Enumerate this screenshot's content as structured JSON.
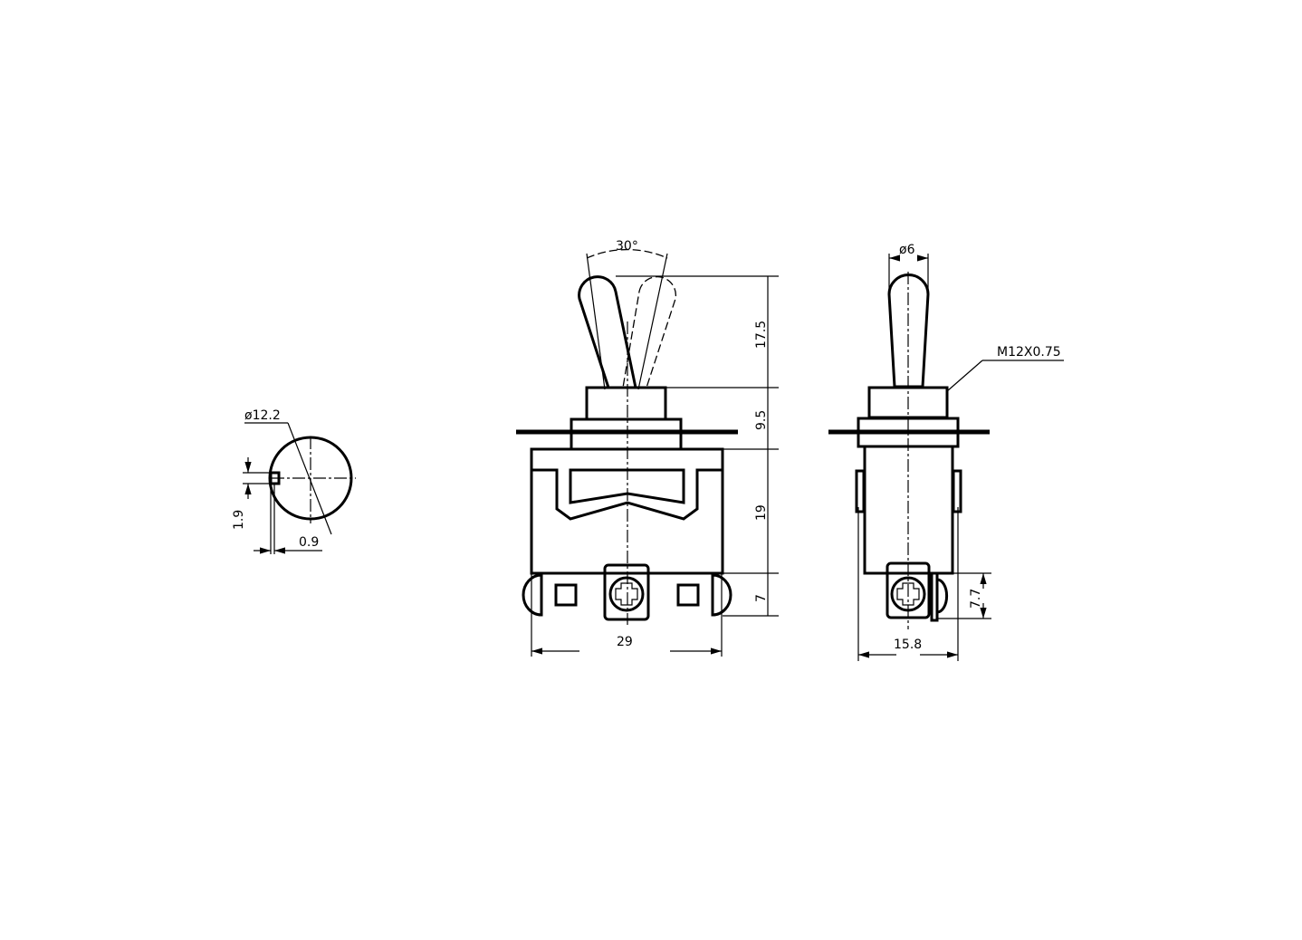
{
  "drawing": {
    "colors": {
      "line": "#000000",
      "background": "#ffffff"
    },
    "end_view": {
      "diameter_label": "ø12.2",
      "notch_height_label": "1.9",
      "notch_depth_label": "0.9"
    },
    "front_view": {
      "angle_label": "30°",
      "lever_height_label": "17.5",
      "bushing_height_label": "9.5",
      "body_height_label": "19",
      "terminal_height_label": "7",
      "width_label": "29"
    },
    "side_view": {
      "lever_diameter_label": "ø6",
      "thread_label": "M12X0.75",
      "terminal_height_label": "7.7",
      "width_label": "15.8"
    }
  }
}
